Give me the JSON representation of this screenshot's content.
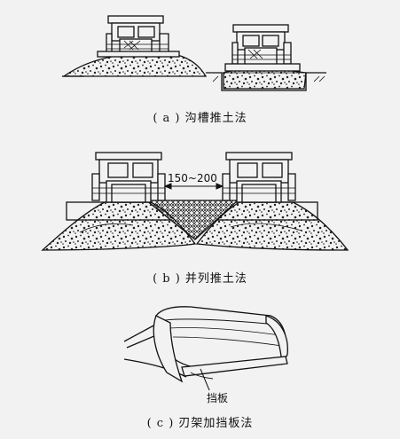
{
  "figure": {
    "captions": {
      "a": "( a ) 沟槽推土法",
      "b": "( b ) 并列推土法",
      "c": "( c ) 刃架加挡板法"
    },
    "gap_dimension": "150~200",
    "baffle_label": "挡板"
  }
}
